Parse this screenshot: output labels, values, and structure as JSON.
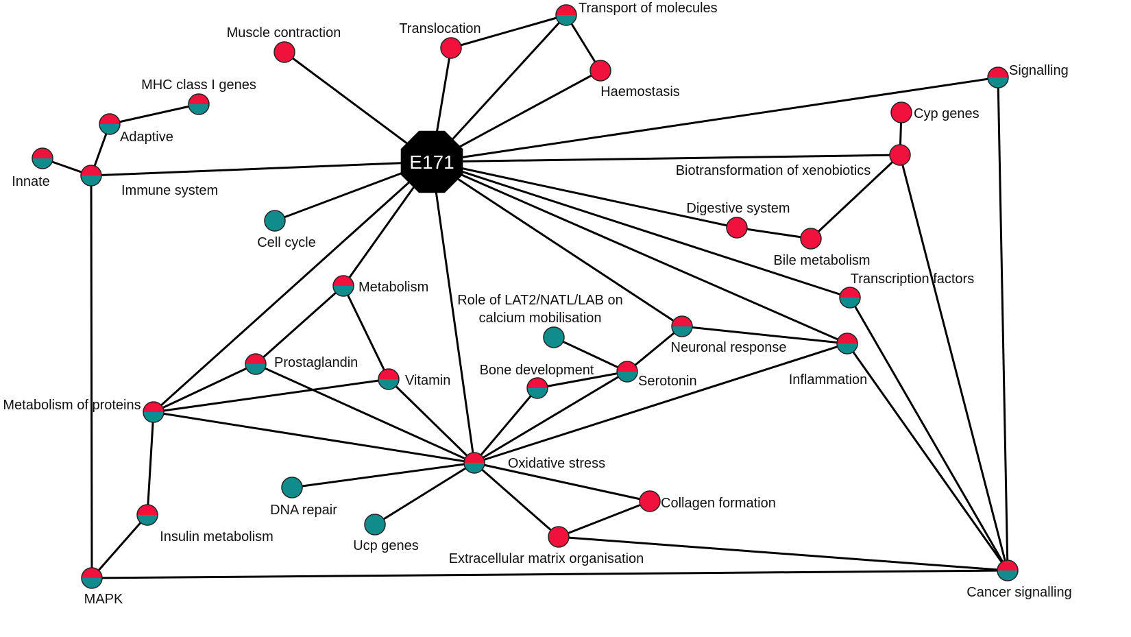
{
  "colors": {
    "up": "#f0123c",
    "down": "#108c8c",
    "hub": "#000000",
    "edge": "#000000"
  },
  "hub": {
    "id": "e171",
    "label": "E171"
  },
  "nodes": [
    {
      "id": "muscle",
      "label": "Muscle contraction",
      "type": "up"
    },
    {
      "id": "transloc",
      "label": "Translocation",
      "type": "up"
    },
    {
      "id": "transport",
      "label": "Transport of molecules",
      "type": "both"
    },
    {
      "id": "haemo",
      "label": "Haemostasis",
      "type": "up"
    },
    {
      "id": "mhc",
      "label": "MHC class I genes",
      "type": "both"
    },
    {
      "id": "adaptive",
      "label": "Adaptive",
      "type": "both"
    },
    {
      "id": "innate",
      "label": "Innate",
      "type": "both"
    },
    {
      "id": "immune",
      "label": "Immune system",
      "type": "both"
    },
    {
      "id": "signalling",
      "label": "Signalling",
      "type": "both"
    },
    {
      "id": "cyp",
      "label": "Cyp genes",
      "type": "up"
    },
    {
      "id": "biotrans",
      "label": "Biotransformation of xenobiotics",
      "type": "up"
    },
    {
      "id": "digestive",
      "label": "Digestive system",
      "type": "up"
    },
    {
      "id": "bile",
      "label": "Bile metabolism",
      "type": "up"
    },
    {
      "id": "cellcycle",
      "label": "Cell cycle",
      "type": "down"
    },
    {
      "id": "metabolism",
      "label": "Metabolism",
      "type": "both"
    },
    {
      "id": "role",
      "label": "Role of LAT2/NATL/LAB on calcium mobilisation",
      "lines": [
        "Role of LAT2/NATL/LAB on",
        "calcium mobilisation"
      ],
      "type": "down"
    },
    {
      "id": "transcription",
      "label": "Transcription factors",
      "type": "both"
    },
    {
      "id": "neuronal",
      "label": "Neuronal response",
      "type": "both"
    },
    {
      "id": "inflammation",
      "label": "Inflammation",
      "type": "both"
    },
    {
      "id": "prosta",
      "label": "Prostaglandin",
      "type": "both"
    },
    {
      "id": "vitamin",
      "label": "Vitamin",
      "type": "both"
    },
    {
      "id": "bone",
      "label": "Bone development",
      "type": "both"
    },
    {
      "id": "serotonin",
      "label": "Serotonin",
      "type": "both"
    },
    {
      "id": "metprot",
      "label": "Metabolism of proteins",
      "type": "both"
    },
    {
      "id": "oxidative",
      "label": "Oxidative stress",
      "type": "both"
    },
    {
      "id": "dna",
      "label": "DNA repair",
      "type": "down"
    },
    {
      "id": "collagen",
      "label": "Collagen formation",
      "type": "up"
    },
    {
      "id": "insulin",
      "label": "Insulin metabolism",
      "type": "both"
    },
    {
      "id": "ucp",
      "label": "Ucp genes",
      "type": "down"
    },
    {
      "id": "ecm",
      "label": "Extracellular matrix organisation",
      "type": "up"
    },
    {
      "id": "mapk",
      "label": "MAPK",
      "type": "both"
    },
    {
      "id": "cancer",
      "label": "Cancer signalling",
      "type": "both"
    }
  ],
  "edges": [
    [
      "e171",
      "muscle"
    ],
    [
      "e171",
      "transloc"
    ],
    [
      "e171",
      "transport"
    ],
    [
      "e171",
      "haemo"
    ],
    [
      "e171",
      "immune"
    ],
    [
      "e171",
      "signalling"
    ],
    [
      "e171",
      "biotrans"
    ],
    [
      "e171",
      "digestive"
    ],
    [
      "e171",
      "cellcycle"
    ],
    [
      "e171",
      "metabolism"
    ],
    [
      "e171",
      "metprot"
    ],
    [
      "e171",
      "oxidative"
    ],
    [
      "e171",
      "neuronal"
    ],
    [
      "e171",
      "transcription"
    ],
    [
      "e171",
      "inflammation"
    ],
    [
      "transloc",
      "transport"
    ],
    [
      "transport",
      "haemo"
    ],
    [
      "mhc",
      "adaptive"
    ],
    [
      "adaptive",
      "immune"
    ],
    [
      "innate",
      "immune"
    ],
    [
      "immune",
      "mapk"
    ],
    [
      "signalling",
      "cancer"
    ],
    [
      "cyp",
      "biotrans"
    ],
    [
      "biotrans",
      "bile"
    ],
    [
      "biotrans",
      "cancer"
    ],
    [
      "digestive",
      "bile"
    ],
    [
      "transcription",
      "cancer"
    ],
    [
      "inflammation",
      "cancer"
    ],
    [
      "neuronal",
      "inflammation"
    ],
    [
      "neuronal",
      "serotonin"
    ],
    [
      "role",
      "serotonin"
    ],
    [
      "serotonin",
      "bone"
    ],
    [
      "serotonin",
      "oxidative"
    ],
    [
      "bone",
      "oxidative"
    ],
    [
      "inflammation",
      "oxidative"
    ],
    [
      "metabolism",
      "prosta"
    ],
    [
      "metabolism",
      "vitamin"
    ],
    [
      "prosta",
      "metprot"
    ],
    [
      "prosta",
      "oxidative"
    ],
    [
      "vitamin",
      "metprot"
    ],
    [
      "vitamin",
      "oxidative"
    ],
    [
      "metprot",
      "oxidative"
    ],
    [
      "metprot",
      "insulin"
    ],
    [
      "insulin",
      "mapk"
    ],
    [
      "mapk",
      "cancer"
    ],
    [
      "oxidative",
      "dna"
    ],
    [
      "oxidative",
      "ucp"
    ],
    [
      "oxidative",
      "collagen"
    ],
    [
      "oxidative",
      "ecm"
    ],
    [
      "collagen",
      "ecm"
    ],
    [
      "ecm",
      "cancer"
    ]
  ]
}
